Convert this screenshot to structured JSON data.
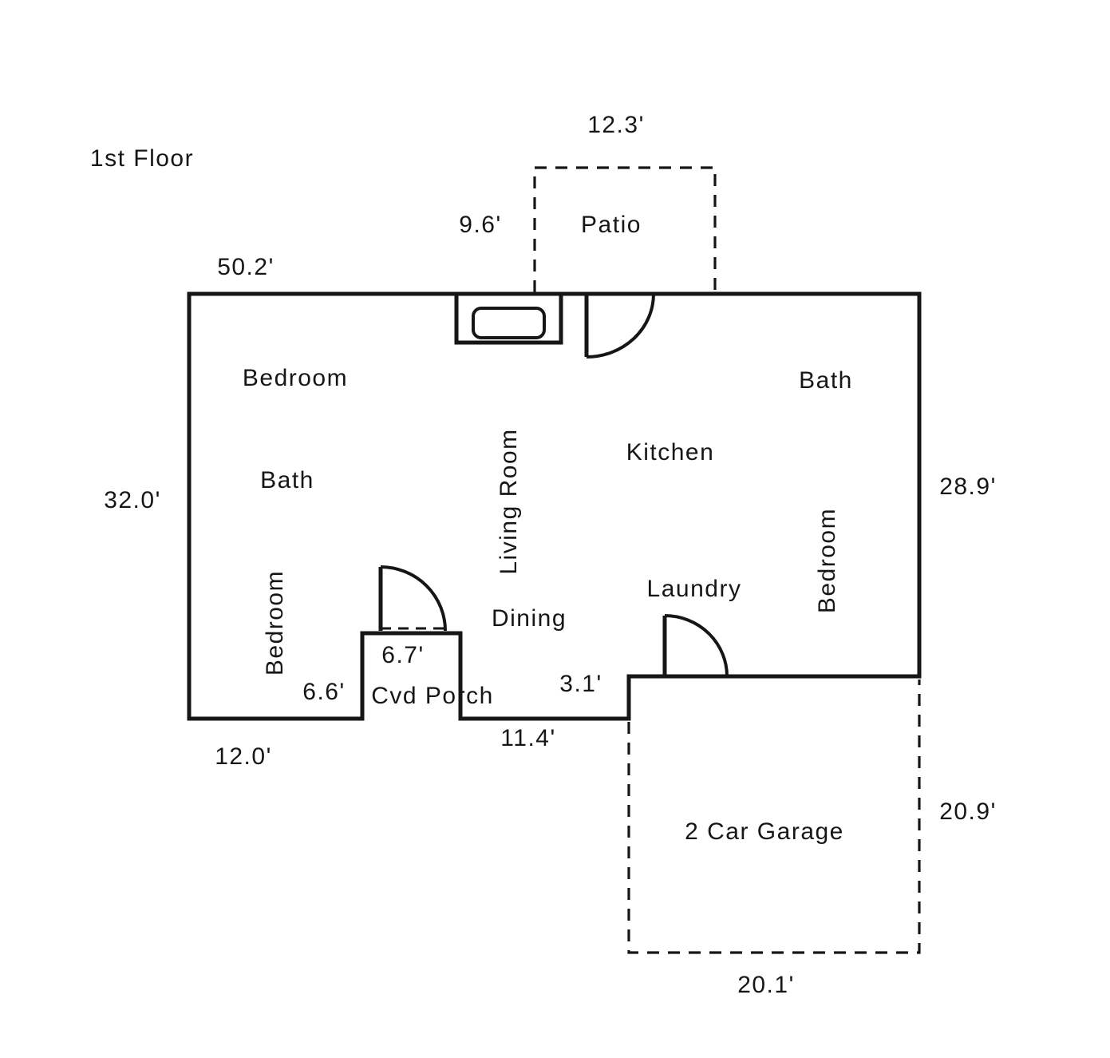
{
  "title": "1st Floor",
  "rooms": {
    "patio": "Patio",
    "bedroom_top": "Bedroom",
    "bath_left": "Bath",
    "bath_right": "Bath",
    "kitchen": "Kitchen",
    "living_room": "Living Room",
    "dining": "Dining",
    "laundry": "Laundry",
    "bedroom_left": "Bedroom",
    "bedroom_right": "Bedroom",
    "covered_porch": "Cvd Porch",
    "garage": "2 Car Garage"
  },
  "dimensions": {
    "patio_width": "12.3'",
    "patio_setback": "9.6'",
    "house_width": "50.2'",
    "house_left_height": "32.0'",
    "house_right_height": "28.9'",
    "porch_width": "6.7'",
    "porch_left_gap": "6.6'",
    "laundry_gap": "3.1'",
    "bottom_center_width": "11.4'",
    "bottom_left_width": "12.0'",
    "garage_height": "20.9'",
    "garage_width": "20.1'"
  },
  "colors": {
    "line": "#161616",
    "text": "#161616",
    "background": "#ffffff"
  }
}
